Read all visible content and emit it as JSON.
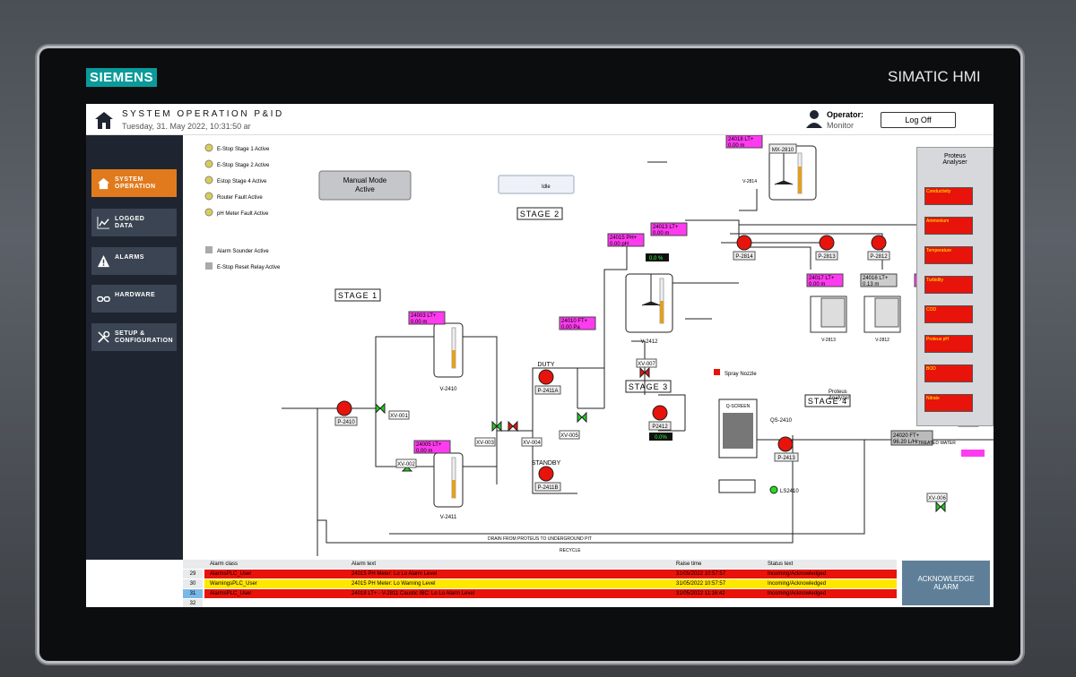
{
  "device": {
    "brand": "SIEMENS",
    "model": "SIMATIC HMI"
  },
  "header": {
    "title": "SYSTEM OPERATION P&ID",
    "datetime": "Tuesday, 31. May 2022, 10:31:50 ar",
    "operator_label": "Operator:",
    "operator_value": "Monitor",
    "logoff": "Log Off"
  },
  "sidebar": [
    {
      "label": "SYSTEM\nOPERATION",
      "icon": "home-icon",
      "active": true
    },
    {
      "label": "LOGGED\nDATA",
      "icon": "chart-icon",
      "active": false
    },
    {
      "label": "ALARMS",
      "icon": "warning-icon",
      "active": false
    },
    {
      "label": "HARDWARE",
      "icon": "glasses-icon",
      "active": false
    },
    {
      "label": "SETUP &\nCONFIGURATION",
      "icon": "tools-icon",
      "active": false
    }
  ],
  "status_lights": [
    "E-Stop Stage 1 Active",
    "E-Stop Stage 2 Active",
    "Estop Stage 4 Active",
    "Router Fault Active",
    "pH Meter Fault Active"
  ],
  "status_boxes": [
    "Alarm Sounder Active",
    "E-Stop Reset Relay Active"
  ],
  "manual_mode": {
    "line1": "Manual Mode",
    "line2": "Active"
  },
  "idle": "Idle",
  "spray_nozzle": "Spray Nozzle",
  "stages": [
    "STAGE 1",
    "STAGE 2",
    "STAGE 3",
    "STAGE 4"
  ],
  "proteus": {
    "title": "Proteus\nAnalyser",
    "items": [
      "Conductivity",
      "Ammonium",
      "Temperature",
      "Turbidity",
      "COD",
      "Proteus pH",
      "BOD",
      "Nitrate"
    ]
  },
  "alarms": {
    "headers": [
      "Alarm class",
      "Alarm text",
      "Raise time",
      "Status text"
    ],
    "rows": [
      {
        "no": "29",
        "class": "AlarmsPLC_User",
        "text": "24015 PH Meter: Lo Lo Alarm Level",
        "time": "31/05/2022 10:57:57",
        "status": "Incoming/Acknowledged",
        "color": "#e8130b"
      },
      {
        "no": "30",
        "class": "WarningsPLC_User",
        "text": "24015 PH Meter: Lo Warning Level",
        "time": "31/05/2022 10:57:57",
        "status": "Incoming/Acknowledged",
        "color": "#ffe800"
      },
      {
        "no": "31",
        "class": "AlarmsPLC_User",
        "text": "24018 LT+ - V-2811 Caustic IBC: Lo Lo Alarm Level",
        "time": "31/05/2022 11:16:42",
        "status": "Incoming/Acknowledged",
        "color": "#e8130b"
      },
      {
        "no": "32",
        "class": "",
        "text": "",
        "time": "",
        "status": "",
        "color": "#ffffff"
      }
    ],
    "ack_button": "ACKNOWLEDGE\nALARM"
  }
}
